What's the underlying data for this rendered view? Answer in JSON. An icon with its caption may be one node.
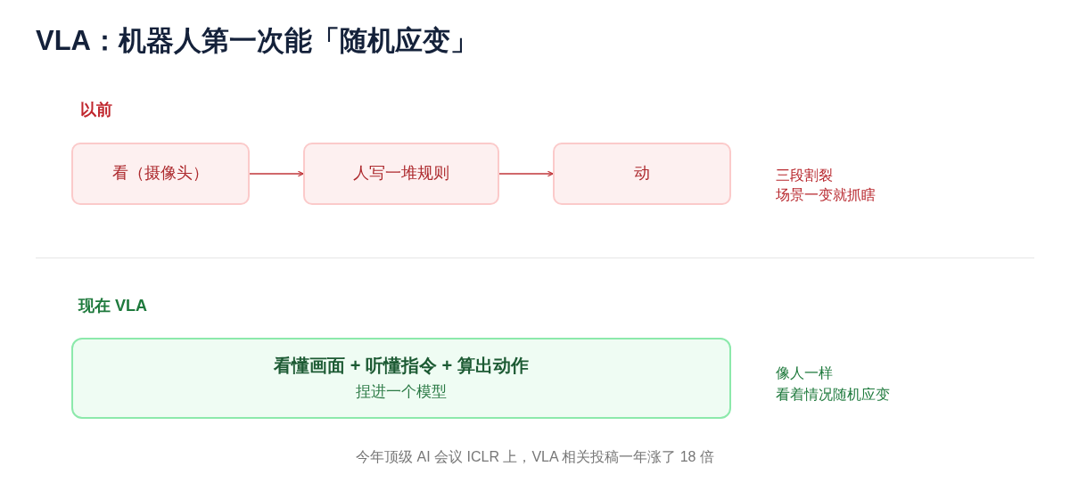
{
  "diagram": {
    "title": "VLA：机器人第一次能「随机应变」",
    "nodes": [
      {
        "text": [
          "看（摄像头）"
        ]
      },
      {
        "text": [
          "人写一堆规则"
        ]
      },
      {
        "text": [
          "动"
        ]
      },
      {
        "text": [
          "看懂画面 + 听懂指令 + 算出动作",
          "捏进一个模型"
        ]
      }
    ],
    "edges": [
      {
        "from": 0,
        "to": 1,
        "arrow": "to"
      },
      {
        "from": 1,
        "to": 2,
        "arrow": "to"
      }
    ],
    "labels": [
      "以前",
      "三段割裂",
      "场景一变就抓瞎",
      "现在 VLA",
      "像人一样",
      "看着情况随机应变"
    ],
    "caption": "今年顶级 AI 会议 ICLR 上，VLA 相关投稿一年涨了 18 倍"
  }
}
